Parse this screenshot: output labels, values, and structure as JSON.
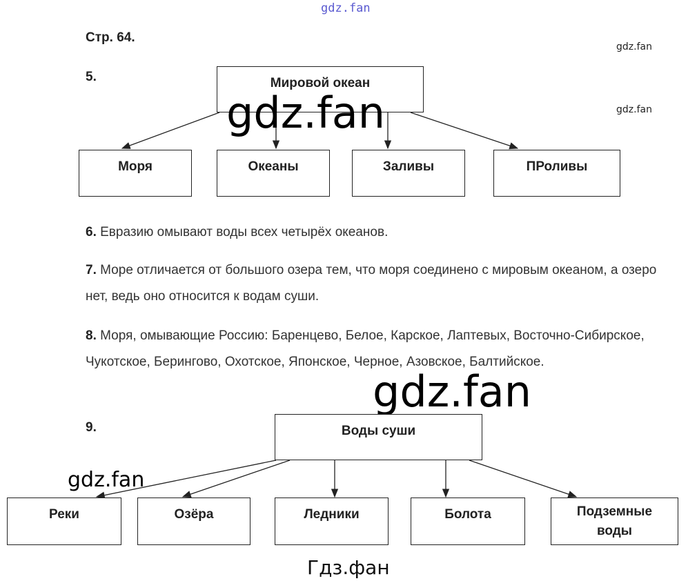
{
  "watermarks": {
    "top": "gdz.fan",
    "right1": "gdz.fan",
    "right2": "gdz.fan",
    "big1": "gdz.fan",
    "big2": "gdz.fan",
    "left": "gdz.fan",
    "footer": "Гдз.фан"
  },
  "page_label": "Стр. 64.",
  "task5": {
    "number": "5.",
    "root": "Мировой океан",
    "children": [
      "Моря",
      "Океаны",
      "Заливы",
      "ПРоливы"
    ]
  },
  "task6": {
    "number": "6.",
    "text": " Евразию омывают воды всех четырёх океанов."
  },
  "task7": {
    "number": "7.",
    "text": " Море отличается от большого озера тем, что моря соединено с мировым океаном, а озеро нет, ведь оно относится к водам суши."
  },
  "task8": {
    "number": "8.",
    "text": " Моря, омывающие Россию: Баренцево, Белое, Карское, Лаптевых, Восточно-Сибирское, Чукотское, Берингово, Охотское, Японское, Черное, Азовское, Балтийское."
  },
  "task9": {
    "number": "9.",
    "root": "Воды суши",
    "children": [
      "Реки",
      "Озёра",
      "Ледники",
      "Болота",
      "Подземные воды"
    ]
  }
}
